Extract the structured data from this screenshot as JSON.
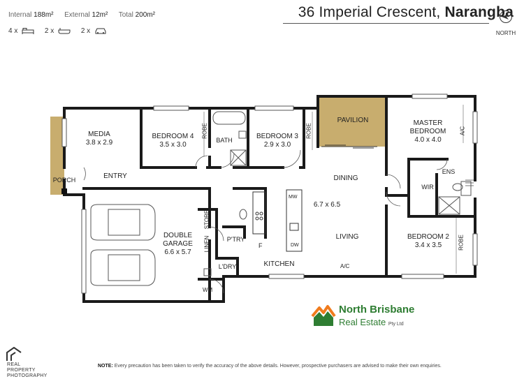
{
  "header": {
    "stats": [
      {
        "label": "Internal",
        "value": "188m²"
      },
      {
        "label": "External",
        "value": "12m²"
      },
      {
        "label": "Total",
        "value": "200m²"
      }
    ],
    "address": "36 Imperial Crescent,",
    "suburb": "Narangba",
    "north_label": "NORTH",
    "counts": [
      {
        "count": "4 x",
        "icon": "bed-icon"
      },
      {
        "count": "2 x",
        "icon": "bath-icon"
      },
      {
        "count": "2 x",
        "icon": "car-icon"
      }
    ]
  },
  "rooms": {
    "media": {
      "name": "MEDIA",
      "size": "3.8 x 2.9"
    },
    "bedroom4": {
      "name": "BEDROOM 4",
      "size": "3.5 x 3.0"
    },
    "bedroom3": {
      "name": "BEDROOM 3",
      "size": "2.9 x 3.0"
    },
    "pavilion": {
      "name": "PAVILION"
    },
    "master": {
      "name1": "MASTER",
      "name2": "BEDROOM",
      "size": "4.0 x 4.0"
    },
    "entry": {
      "name": "ENTRY"
    },
    "porch": {
      "name": "PORCH"
    },
    "dining": {
      "name": "DINING"
    },
    "living_size": {
      "size": "6.7 x 6.5"
    },
    "living": {
      "name": "LIVING"
    },
    "garage": {
      "name1": "DOUBLE",
      "name2": "GARAGE",
      "size": "6.6 x 5.7"
    },
    "bedroom2": {
      "name": "BEDROOM 2",
      "size": "3.4 x 3.5"
    },
    "kitchen": {
      "name": "KITCHEN"
    },
    "pantry": {
      "name": "P'TRY"
    },
    "laundry": {
      "name": "L'DRY"
    },
    "bath": {
      "name": "BATH"
    },
    "ens": {
      "name": "ENS"
    },
    "wir": {
      "name": "WIR"
    }
  },
  "labels": {
    "robe": "ROBE",
    "store": "STORE",
    "linen": "LINEN",
    "wm": "WM",
    "ac": "A/C",
    "mw": "MW",
    "dw": "DW",
    "f": "F"
  },
  "colors": {
    "wall": "#1a1a1a",
    "porch_fill": "#c8ad6e",
    "pavilion_fill": "#c8ad6e",
    "brand_green": "#2e7d32",
    "brand_orange": "#f07b1d"
  },
  "logo": {
    "name": "North Brisbane",
    "sub": "Real Estate",
    "suffix": "Pty Ltd"
  },
  "footer": {
    "note_bold": "NOTE:",
    "note": "Every precaution has been taken to verify the accuracy of the above details. However, prospective purchasers are advised to make their own enquiries.",
    "rpp": [
      "REAL",
      "PROPERTY",
      "PHOTOGRAPHY"
    ]
  }
}
